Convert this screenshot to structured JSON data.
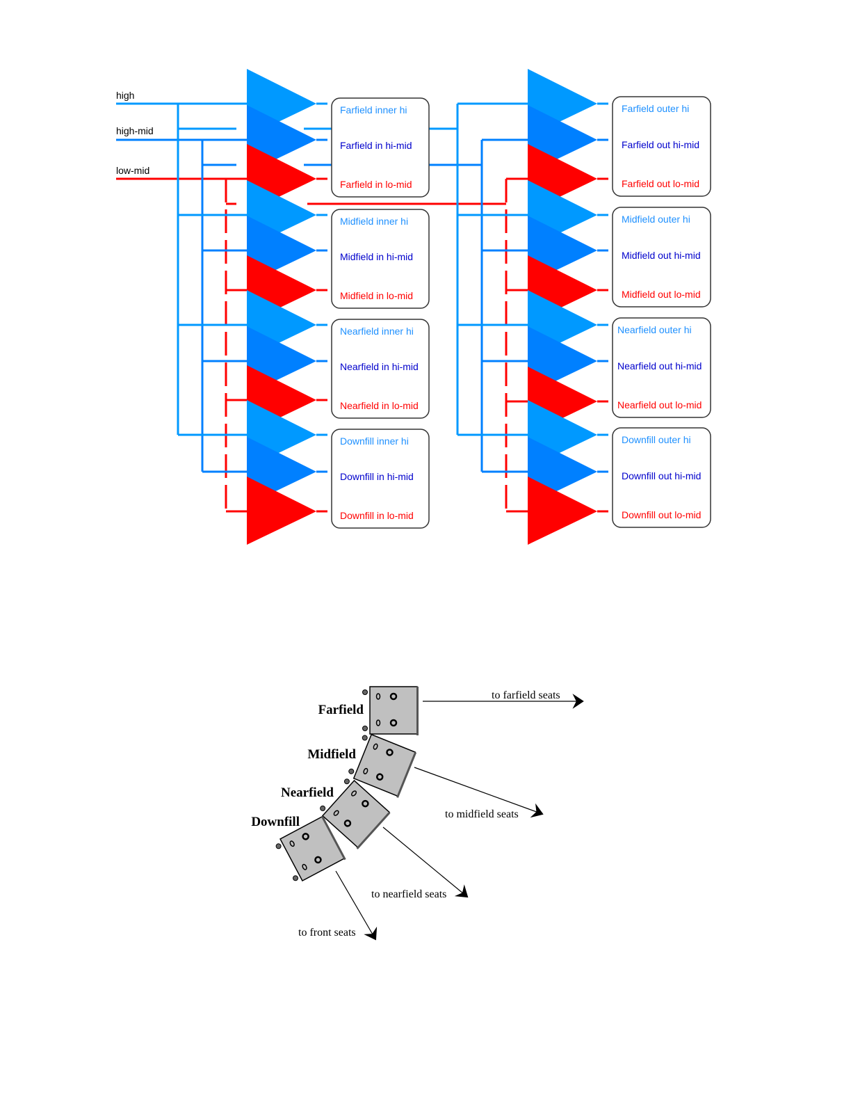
{
  "colors": {
    "high": "#0099ff",
    "high_mid": "#0080ff",
    "low_mid": "#ff0000",
    "text_high": "#1e90ff",
    "text_high_mid": "#0000cc",
    "text_low_mid": "#ff0000",
    "cabinet_fill": "#c0c0c0",
    "line": "#000000"
  },
  "inputs": [
    {
      "label": "high",
      "band": "high"
    },
    {
      "label": "high-mid",
      "band": "high_mid"
    },
    {
      "label": "low-mid",
      "band": "low_mid"
    }
  ],
  "inner_groups": [
    {
      "name": "Farfield",
      "labels": [
        "Farfield inner hi",
        "Farfield in hi-mid",
        "Farfield in lo-mid"
      ]
    },
    {
      "name": "Midfield",
      "labels": [
        "Midfield inner hi",
        "Midfield in hi-mid",
        "Midfield in lo-mid"
      ]
    },
    {
      "name": "Nearfield",
      "labels": [
        "Nearfield inner hi",
        "Nearfield in hi-mid",
        "Nearfield in lo-mid"
      ]
    },
    {
      "name": "Downfill",
      "labels": [
        "Downfill inner hi",
        "Downfill in hi-mid",
        "Downfill in lo-mid"
      ]
    }
  ],
  "outer_groups": [
    {
      "name": "Farfield",
      "labels": [
        "Farfield outer hi",
        "Farfield out hi-mid",
        "Farfield out lo-mid"
      ]
    },
    {
      "name": "Midfield",
      "labels": [
        "Midfield outer hi",
        "Midfield out hi-mid",
        "Midfield out lo-mid"
      ]
    },
    {
      "name": "Nearfield",
      "labels": [
        "Nearfield outer hi",
        "Nearfield out hi-mid",
        "Nearfield out lo-mid"
      ]
    },
    {
      "name": "Downfill",
      "labels": [
        "Downfill outer hi",
        "Downfill out hi-mid",
        "Downfill out lo-mid"
      ]
    }
  ],
  "array": {
    "cabinets": [
      {
        "name": "Farfield",
        "target": "to farfield seats"
      },
      {
        "name": "Midfield",
        "target": "to midfield seats"
      },
      {
        "name": "Nearfield",
        "target": "to nearfield seats"
      },
      {
        "name": "Downfill",
        "target": "to front seats"
      }
    ]
  }
}
